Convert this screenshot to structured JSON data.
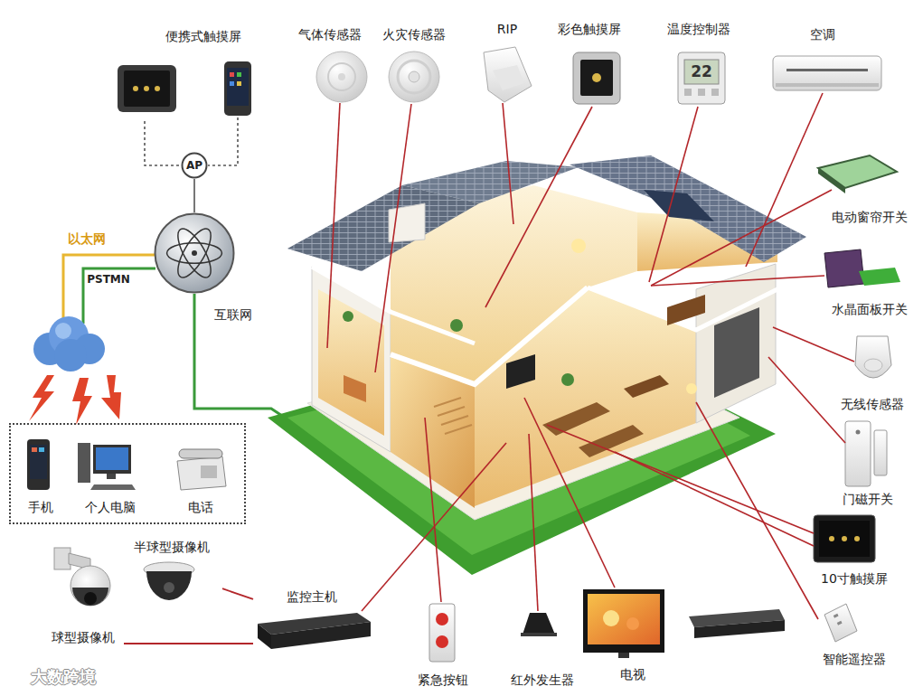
{
  "diagram": {
    "nodes": [
      {
        "text": [
          "便携式触摸屏"
        ]
      },
      {
        "text": [
          "AP"
        ]
      },
      {
        "text": [
          "互联网"
        ]
      },
      {
        "text": [
          "气体传感器"
        ]
      },
      {
        "text": [
          "火灾传感器"
        ]
      },
      {
        "text": [
          "RIP"
        ]
      },
      {
        "text": [
          "彩色触摸屏"
        ]
      },
      {
        "text": [
          "温度控制器",
          "22"
        ]
      },
      {
        "text": [
          "空调"
        ]
      },
      {
        "text": [
          "电动窗帘开关"
        ]
      },
      {
        "text": [
          "水晶面板开关"
        ]
      },
      {
        "text": [
          "无线传感器"
        ]
      },
      {
        "text": [
          "门磁开关"
        ]
      },
      {
        "text": [
          "10寸触摸屏"
        ]
      },
      {
        "text": [
          "手机",
          "个人电脑",
          "电话"
        ]
      },
      {
        "text": [
          "半球型摄像机"
        ]
      },
      {
        "text": [
          "球型摄像机"
        ]
      },
      {
        "text": [
          "监控主机"
        ]
      },
      {
        "text": [
          "紧急按钮"
        ]
      },
      {
        "text": [
          "红外发生器"
        ]
      },
      {
        "text": [
          "电视"
        ]
      },
      {
        "text": [
          "智能遥控器"
        ]
      }
    ],
    "edges": [
      {
        "from": 0,
        "to": 1,
        "arrow": "none"
      },
      {
        "from": 1,
        "to": 2,
        "arrow": "none"
      },
      {
        "from": 15,
        "to": 17,
        "arrow": "none"
      },
      {
        "from": 16,
        "to": 17,
        "arrow": "none"
      }
    ],
    "labels": [
      "以太网",
      "PSTMN",
      "大数跨境"
    ]
  }
}
